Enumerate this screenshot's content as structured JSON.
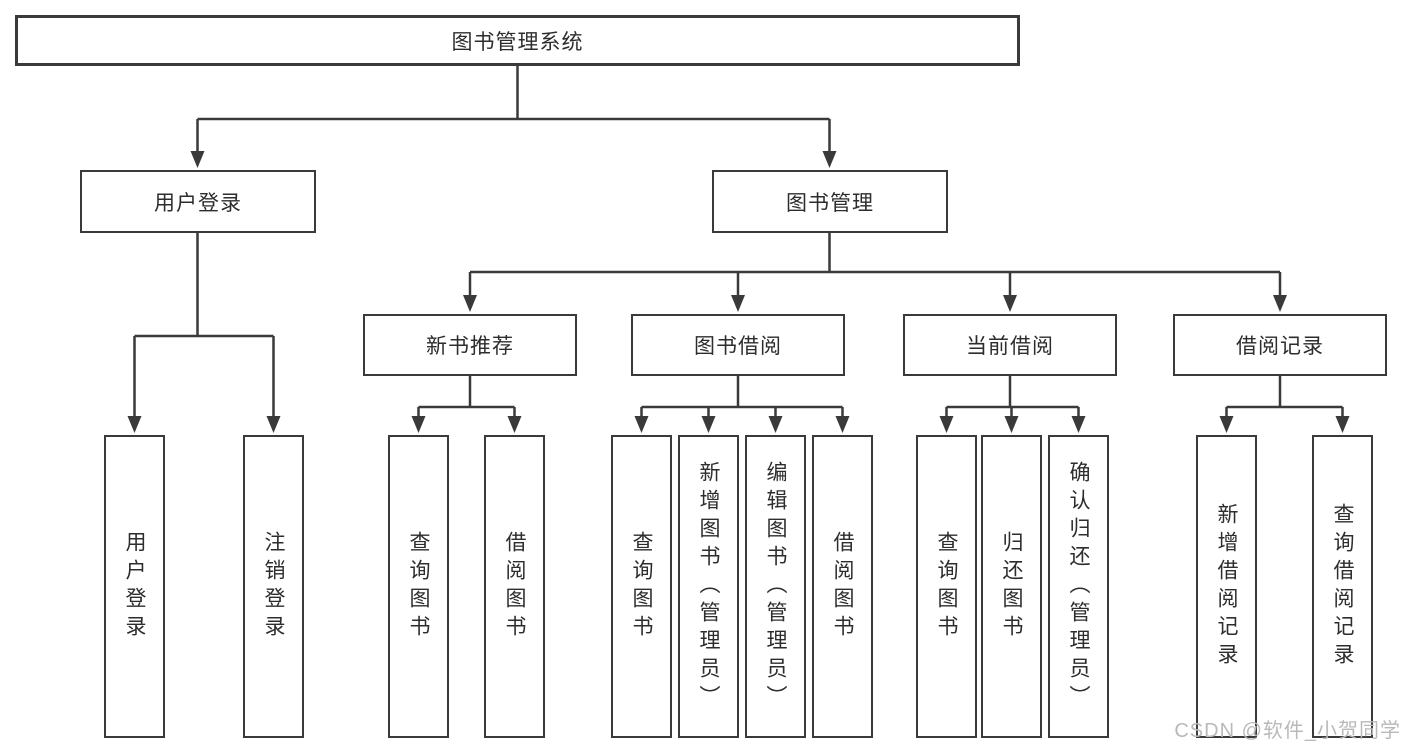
{
  "diagram": {
    "title": "图书管理系统",
    "root": {
      "label": "图书管理系统"
    },
    "level2": [
      {
        "label": "用户登录"
      },
      {
        "label": "图书管理"
      }
    ],
    "level3": [
      {
        "label": "新书推荐"
      },
      {
        "label": "图书借阅"
      },
      {
        "label": "当前借阅"
      },
      {
        "label": "借阅记录"
      }
    ],
    "leaves": [
      {
        "label": "用户登录"
      },
      {
        "label": "注销登录"
      },
      {
        "label": "查询图书"
      },
      {
        "label": "借阅图书"
      },
      {
        "label": "查询图书"
      },
      {
        "label": "新增图书（管理员）"
      },
      {
        "label": "编辑图书（管理员）"
      },
      {
        "label": "借阅图书"
      },
      {
        "label": "查询图书"
      },
      {
        "label": "归还图书"
      },
      {
        "label": "确认归还（管理员）"
      },
      {
        "label": "新增借阅记录"
      },
      {
        "label": "查询借阅记录"
      }
    ]
  },
  "watermark": {
    "text": "CSDN @软件_小贺同学"
  },
  "colors": {
    "background": "#ffffff",
    "border": "#3a3a3a",
    "line": "#3a3a3a",
    "text": "#2d2d2d",
    "watermark": "#b9b9b9"
  }
}
